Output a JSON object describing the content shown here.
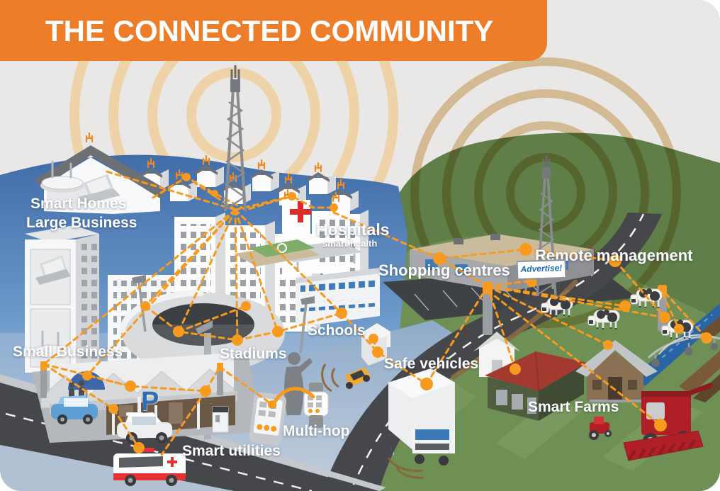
{
  "title": "THE CONNECTED COMMUNITY",
  "labels": {
    "smart_homes": "Smart Homes",
    "large_business": "Large Business",
    "hospitals": "Hospitals",
    "smart_health": "smart health",
    "shopping_centres": "Shopping centres",
    "remote_management": "Remote management",
    "small_business": "Small Business",
    "stadiums": "Stadiums",
    "schools": "Schools",
    "safe_vehicles": "Safe vehicles",
    "multi_hop": "Multi-hop",
    "smart_utilities": "Smart utilities",
    "smart_farms": "Smart Farms"
  },
  "signs": {
    "billboard": "Advertise!",
    "parking_letter": "P"
  },
  "colors": {
    "banner_orange": "#ee7d2a",
    "connection_orange": "#f89a1d",
    "ripple_tan": "#eed3a8",
    "city_blue": "#406ca9",
    "field_green": "#6f9055",
    "road_gray": "#46474b",
    "hospital_red": "#dc2b2b",
    "billboard_text_blue": "#1e6cb3",
    "parking_blue": "#2f6db5",
    "ambulance_red": "#e63232",
    "farm_machine_red": "#b01f26"
  },
  "icons": [
    "radio-tower-icon",
    "radio-waves-icon",
    "smart-home-icon",
    "wifi-router-icon",
    "laptop-icon",
    "antenna-icon",
    "hospital-cross-icon",
    "stadium-icon",
    "school-icon",
    "shopping-centre-icon",
    "billboard-icon",
    "smart-pole-icon",
    "person-icon",
    "smartphone-icon",
    "smartwatch-icon",
    "ambulance-icon",
    "car-icon",
    "taxi-icon",
    "truck-icon",
    "cow-icon",
    "barn-icon",
    "farmhouse-icon",
    "combine-harvester-icon",
    "tractor-icon",
    "river-icon",
    "irrigation-pivot-icon",
    "parking-sign-icon"
  ]
}
